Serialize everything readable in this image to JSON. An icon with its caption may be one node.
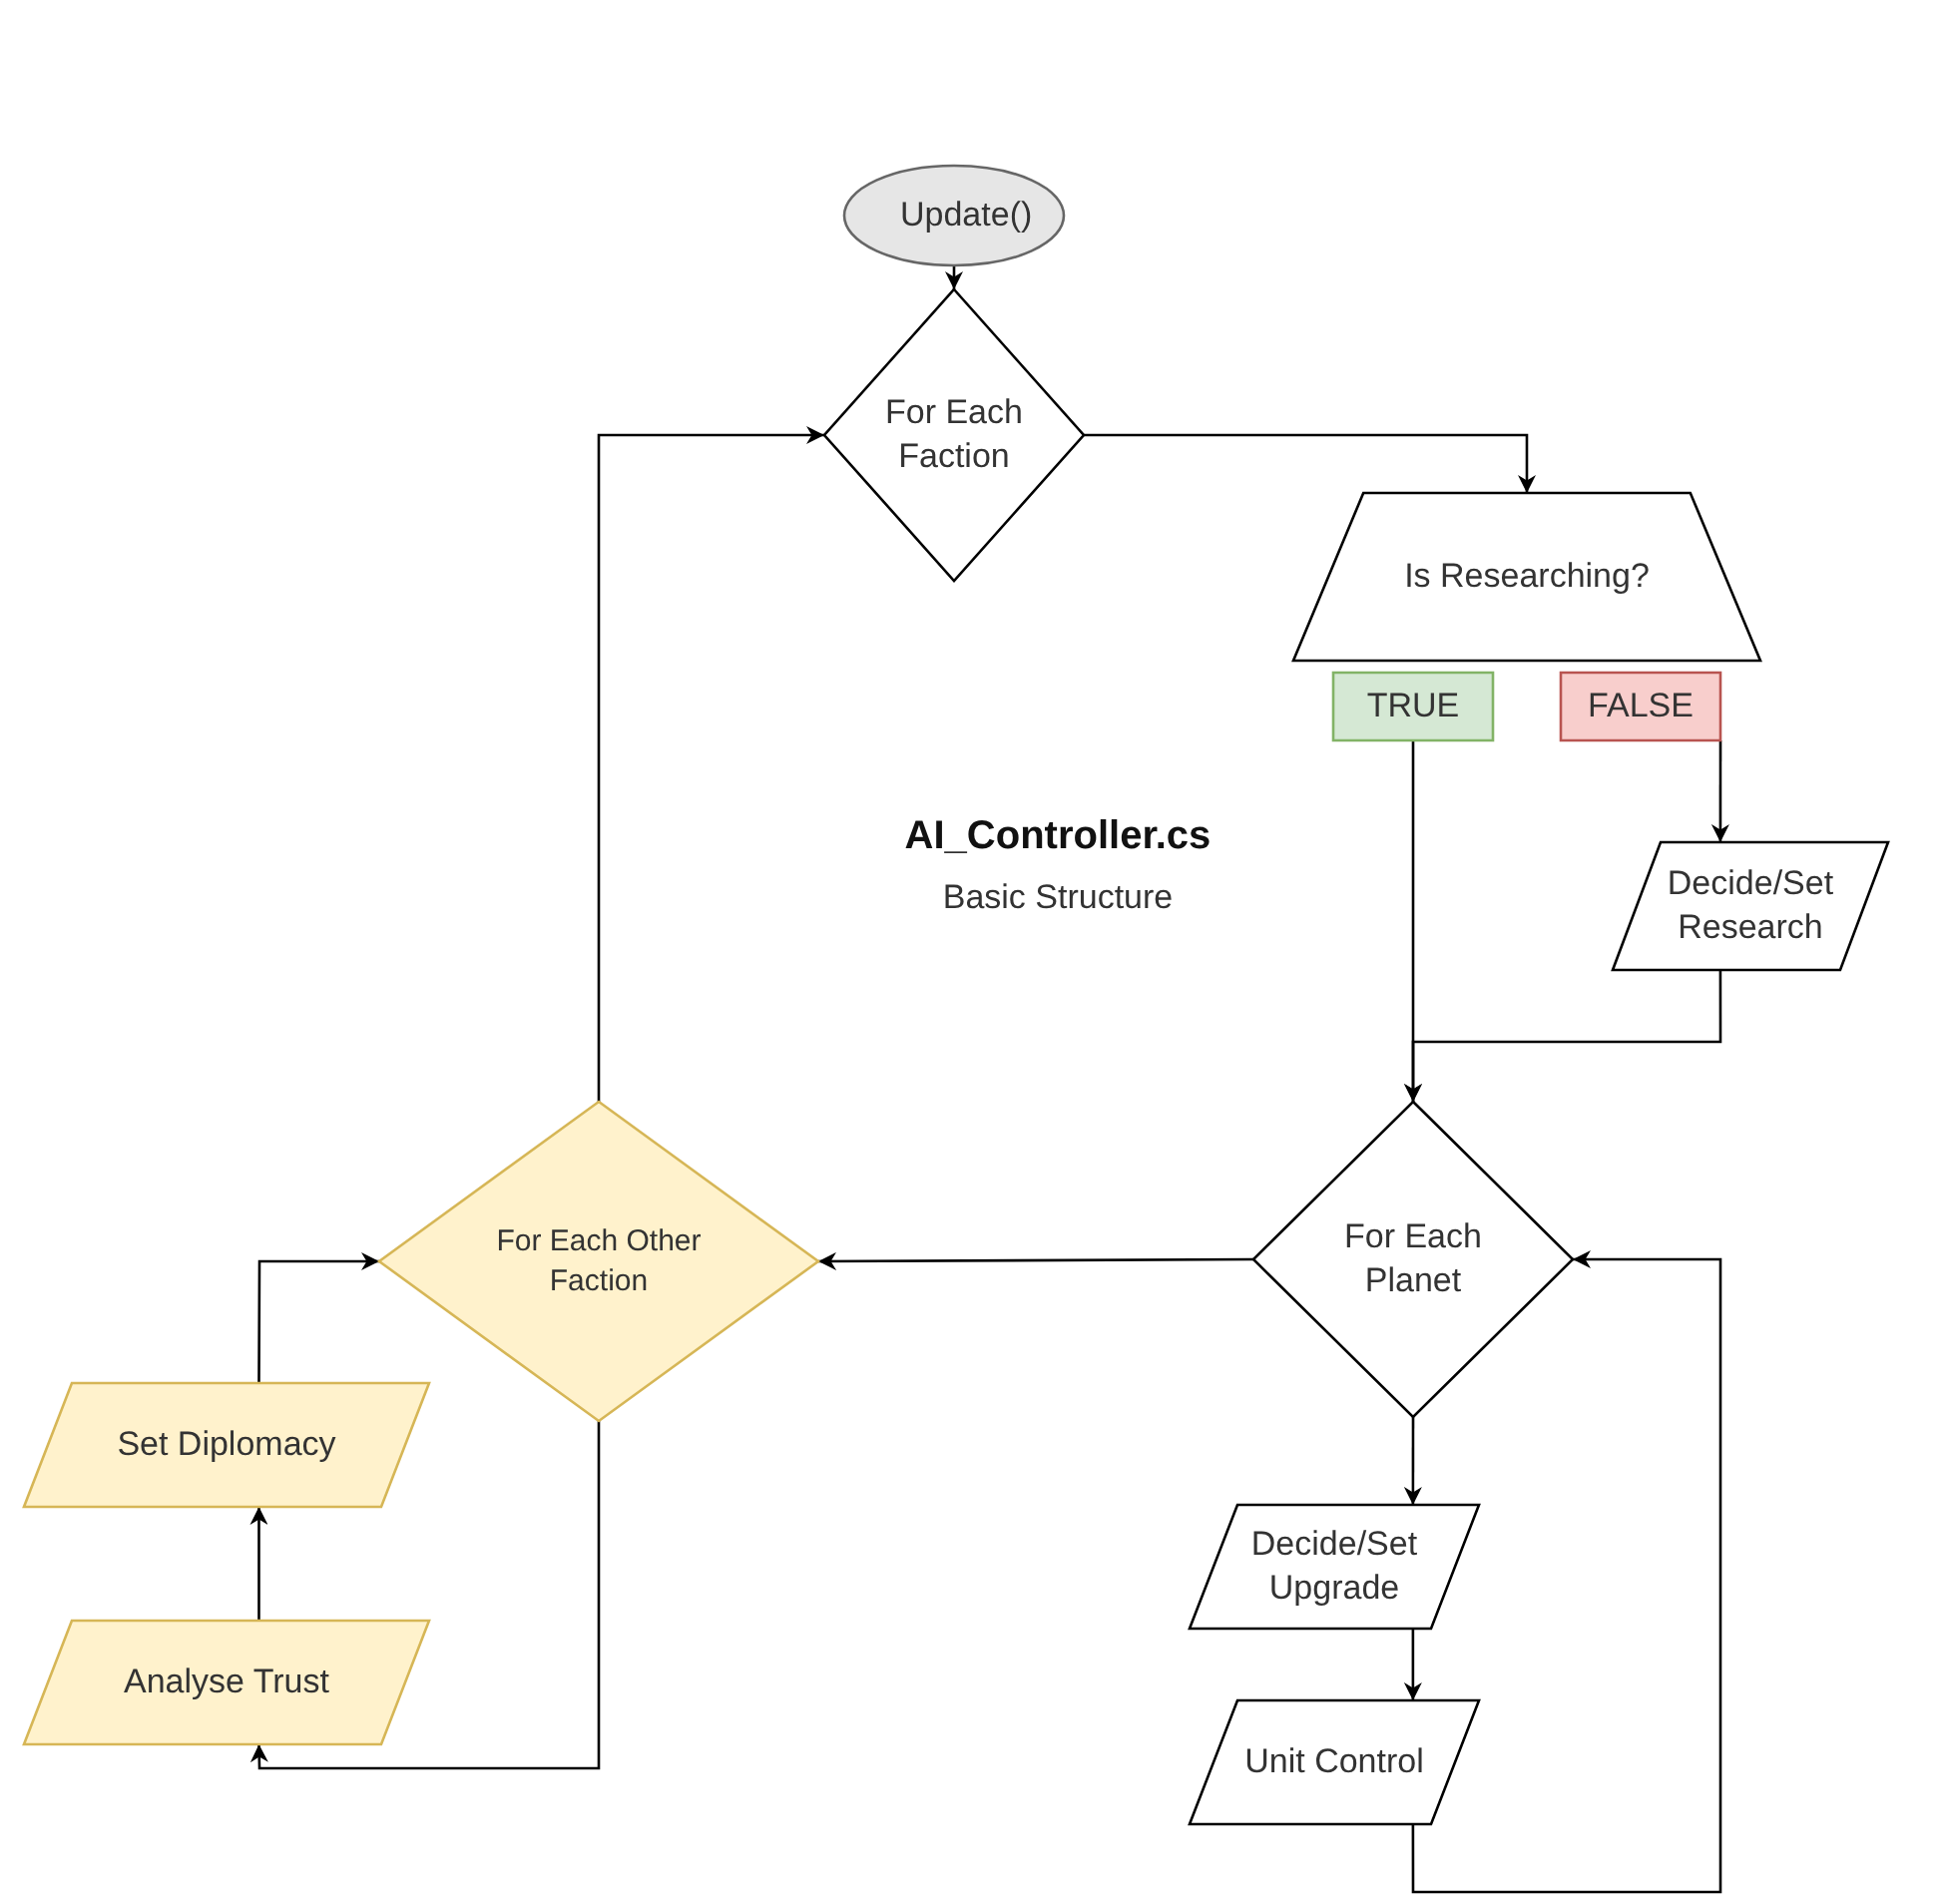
{
  "diagram": {
    "title": "AI_Controller.cs",
    "nodes": [
      {
        "text": [
          "Update()"
        ]
      },
      {
        "text": [
          "For Each Faction"
        ]
      },
      {
        "text": [
          "Is Researching?"
        ]
      },
      {
        "text": [
          "TRUE"
        ]
      },
      {
        "text": [
          "FALSE"
        ]
      },
      {
        "text": [
          "Decide/Set Research"
        ]
      },
      {
        "text": [
          "For Each Planet"
        ]
      },
      {
        "text": [
          "For Each Other Faction"
        ]
      },
      {
        "text": [
          "Set Diplomacy"
        ]
      },
      {
        "text": [
          "Analyse Trust"
        ]
      },
      {
        "text": [
          "Decide/Set Upgrade"
        ]
      },
      {
        "text": [
          "Unit Control"
        ]
      }
    ],
    "edges": [
      {
        "from": 0,
        "to": 1,
        "arrow": "to"
      },
      {
        "from": 1,
        "to": 2,
        "arrow": "to"
      },
      {
        "from": 3,
        "to": 6,
        "arrow": "to"
      },
      {
        "from": 4,
        "to": 5,
        "arrow": "to"
      },
      {
        "from": 5,
        "to": 6,
        "arrow": "to"
      },
      {
        "from": 6,
        "to": 7,
        "arrow": "to"
      },
      {
        "from": 6,
        "to": 10,
        "arrow": "to"
      },
      {
        "from": 10,
        "to": 11,
        "arrow": "to"
      },
      {
        "from": 11,
        "to": 6,
        "arrow": "to"
      },
      {
        "from": 7,
        "to": 9,
        "arrow": "to"
      },
      {
        "from": 9,
        "to": 8,
        "arrow": "to"
      },
      {
        "from": 8,
        "to": 7,
        "arrow": "to"
      },
      {
        "from": 7,
        "to": 1,
        "arrow": "to"
      }
    ],
    "labels": [
      "Basic Structure"
    ]
  }
}
